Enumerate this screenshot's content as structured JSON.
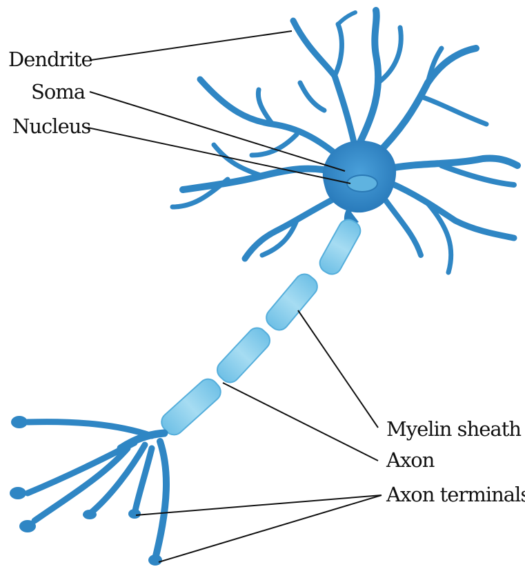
{
  "labels": {
    "dendrite": "Dendrite",
    "soma": "Soma",
    "nucleus": "Nucleus",
    "myelin_sheath": "Myelin sheath",
    "axon": "Axon",
    "axon_terminals": "Axon terminals"
  },
  "colors": {
    "neuron": "#2f86c4",
    "neuron_dark": "#1f6aa5",
    "myelin": "#8ed0ec",
    "myelin_edge": "#55aedb",
    "nucleus": "#5fb3e0",
    "leader": "#111111",
    "background": "#ffffff"
  }
}
